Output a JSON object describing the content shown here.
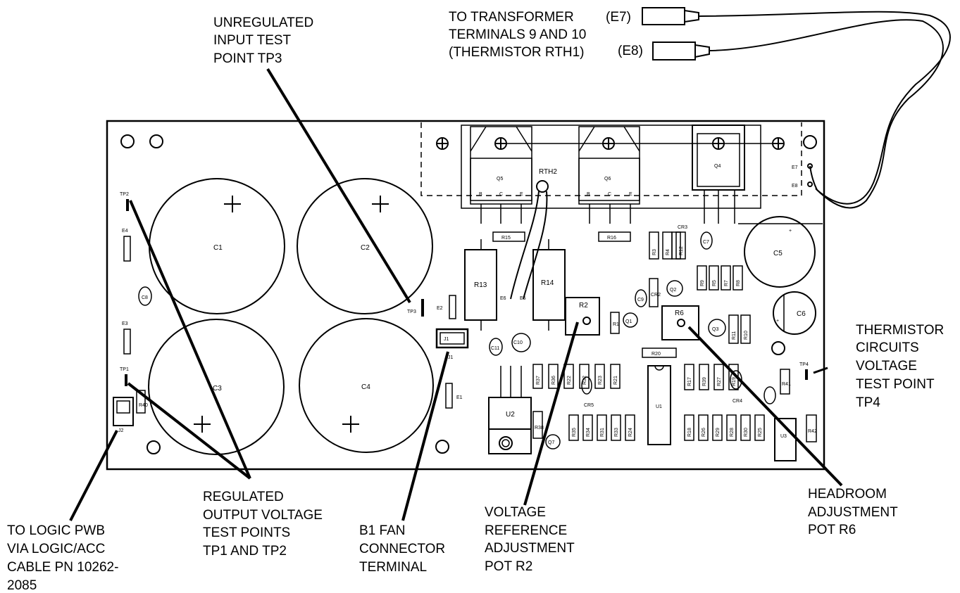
{
  "callouts": {
    "unregulated": [
      "UNREGULATED",
      "INPUT TEST",
      "POINT TP3"
    ],
    "transformer": [
      "TO TRANSFORMER",
      "TERMINALS 9 AND 10",
      "(THERMISTOR RTH1)"
    ],
    "e7_tag": "(E7)",
    "e8_tag": "(E8)",
    "thermistor": [
      "THERMISTOR",
      "CIRCUITS",
      "VOLTAGE",
      "TEST POINT",
      "TP4"
    ],
    "headroom": [
      "HEADROOM",
      "ADJUSTMENT",
      "POT R6"
    ],
    "voltage_ref": [
      "VOLTAGE",
      "REFERENCE",
      "ADJUSTMENT",
      "POT R2"
    ],
    "fan": [
      "B1 FAN",
      "CONNECTOR",
      "TERMINAL"
    ],
    "regulated": [
      "REGULATED",
      "OUTPUT VOLTAGE",
      "TEST POINTS",
      "TP1 AND TP2"
    ],
    "logic": [
      "TO LOGIC PWB",
      "VIA LOGIC/ACC",
      "CABLE PN 10262-",
      "2085"
    ]
  },
  "capacitors": [
    "C1",
    "C2",
    "C3",
    "C4"
  ],
  "components": {
    "tp2": "TP2",
    "tp1": "TP1",
    "tp3": "TP3",
    "tp4": "TP4",
    "e4": "E4",
    "e3": "E3",
    "e2": "E2",
    "e1": "E1",
    "e5": "E5",
    "e6": "E6",
    "e7": "E7",
    "e8": "E8",
    "c5": "C5",
    "c6": "C6",
    "c7": "C7",
    "c8": "C8",
    "c9": "C9",
    "c10": "C10",
    "c11": "C11",
    "q1": "Q1",
    "q2": "Q2",
    "q3": "Q3",
    "q4": "Q4",
    "q5": "Q5",
    "q6": "Q6",
    "q7": "Q7",
    "u1": "U1",
    "u2": "U2",
    "u3": "U3",
    "j1": "J1",
    "j2": "J2",
    "rth2": "RTH2",
    "r2": "R2",
    "r6": "R6",
    "r13": "R13",
    "r14": "R14",
    "r15": "R15",
    "r16": "R16",
    "r20": "R20",
    "cr2": "CR2",
    "cr3": "CR3",
    "cr4": "CR4",
    "cr5": "CR5",
    "r1": "R1",
    "r40": "R40",
    "r41": "R41",
    "r42": "R42",
    "bce": [
      "B",
      "C",
      "E"
    ]
  },
  "resistor_rows": {
    "top_right": [
      "R3",
      "R4",
      "R12"
    ],
    "mid_right": [
      "R9",
      "R5",
      "R7",
      "R8"
    ],
    "q3_side": [
      "R11",
      "R10"
    ],
    "center_upper": [
      "R37",
      "R36",
      "R22",
      "R32",
      "R23",
      "R21"
    ],
    "center_lower": [
      "R35",
      "R34",
      "R31",
      "R33",
      "R24"
    ],
    "right_upper": [
      "R17",
      "R39",
      "R27",
      "R19"
    ],
    "right_lower": [
      "R18",
      "R26",
      "R29",
      "R28",
      "R30",
      "R25"
    ],
    "r38": "R38",
    "r16b": "R16"
  }
}
